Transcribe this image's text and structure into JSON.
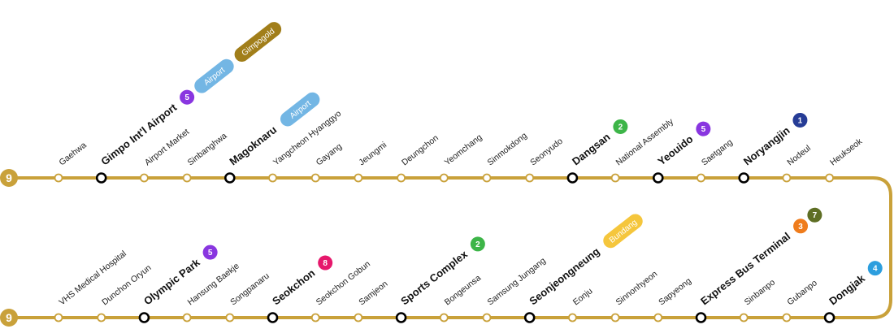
{
  "line": {
    "number": "9",
    "color": "#C9A13A"
  },
  "colors": {
    "1": "#263C96",
    "2": "#3DB548",
    "3": "#EF7C1C",
    "4": "#2C9EDE",
    "5": "#8936E0",
    "7": "#5E6E24",
    "8": "#E6186C",
    "Airport": "#73B6E4",
    "Gimpogold": "#A17E1A",
    "Bundang": "#F5C63C"
  },
  "top_row": [
    {
      "name": "Gaehwa",
      "transfer": false,
      "lines": []
    },
    {
      "name": "Gimpo Int'l Airport",
      "transfer": true,
      "lines": [
        "5",
        "Airport",
        "Gimpogold"
      ]
    },
    {
      "name": "Airport Market",
      "transfer": false,
      "lines": []
    },
    {
      "name": "Sinbanghwa",
      "transfer": false,
      "lines": []
    },
    {
      "name": "Magoknaru",
      "transfer": true,
      "lines": [
        "Airport"
      ]
    },
    {
      "name": "Yangcheon Hyanggyo",
      "transfer": false,
      "lines": []
    },
    {
      "name": "Gayang",
      "transfer": false,
      "lines": []
    },
    {
      "name": "Jeungmi",
      "transfer": false,
      "lines": []
    },
    {
      "name": "Deungchon",
      "transfer": false,
      "lines": []
    },
    {
      "name": "Yeomchang",
      "transfer": false,
      "lines": []
    },
    {
      "name": "Sinmokdong",
      "transfer": false,
      "lines": []
    },
    {
      "name": "Seonyudo",
      "transfer": false,
      "lines": []
    },
    {
      "name": "Dangsan",
      "transfer": true,
      "lines": [
        "2"
      ]
    },
    {
      "name": "National Assembly",
      "transfer": false,
      "lines": []
    },
    {
      "name": "Yeouido",
      "transfer": true,
      "lines": [
        "5"
      ]
    },
    {
      "name": "Saetgang",
      "transfer": false,
      "lines": []
    },
    {
      "name": "Noryangjin",
      "transfer": true,
      "lines": [
        "1"
      ]
    },
    {
      "name": "Nodeul",
      "transfer": false,
      "lines": []
    },
    {
      "name": "Heukseok",
      "transfer": false,
      "lines": []
    }
  ],
  "bottom_row": [
    {
      "name": "VHS Medical Hospital",
      "transfer": false,
      "lines": []
    },
    {
      "name": "Dunchon Oryun",
      "transfer": false,
      "lines": []
    },
    {
      "name": "Olympic Park",
      "transfer": true,
      "lines": [
        "5"
      ]
    },
    {
      "name": "Hansung Baekje",
      "transfer": false,
      "lines": []
    },
    {
      "name": "Songpanaru",
      "transfer": false,
      "lines": []
    },
    {
      "name": "Seokchon",
      "transfer": true,
      "lines": [
        "8"
      ]
    },
    {
      "name": "Seokchon Gobun",
      "transfer": false,
      "lines": []
    },
    {
      "name": "Samjeon",
      "transfer": false,
      "lines": []
    },
    {
      "name": "Sports Complex",
      "transfer": true,
      "lines": [
        "2"
      ]
    },
    {
      "name": "Bongeunsa",
      "transfer": false,
      "lines": []
    },
    {
      "name": "Samsung Jungang",
      "transfer": false,
      "lines": []
    },
    {
      "name": "Seonjeongneung",
      "transfer": true,
      "lines": [
        "Bundang"
      ]
    },
    {
      "name": "Eonju",
      "transfer": false,
      "lines": []
    },
    {
      "name": "Sinnonhyeon",
      "transfer": false,
      "lines": []
    },
    {
      "name": "Sapyeong",
      "transfer": false,
      "lines": []
    },
    {
      "name": "Express Bus Terminal",
      "transfer": true,
      "lines": [
        "3",
        "7"
      ]
    },
    {
      "name": "Sinbanpo",
      "transfer": false,
      "lines": []
    },
    {
      "name": "Gubanpo",
      "transfer": false,
      "lines": []
    },
    {
      "name": "Dongjak",
      "transfer": true,
      "lines": [
        "4"
      ]
    }
  ]
}
